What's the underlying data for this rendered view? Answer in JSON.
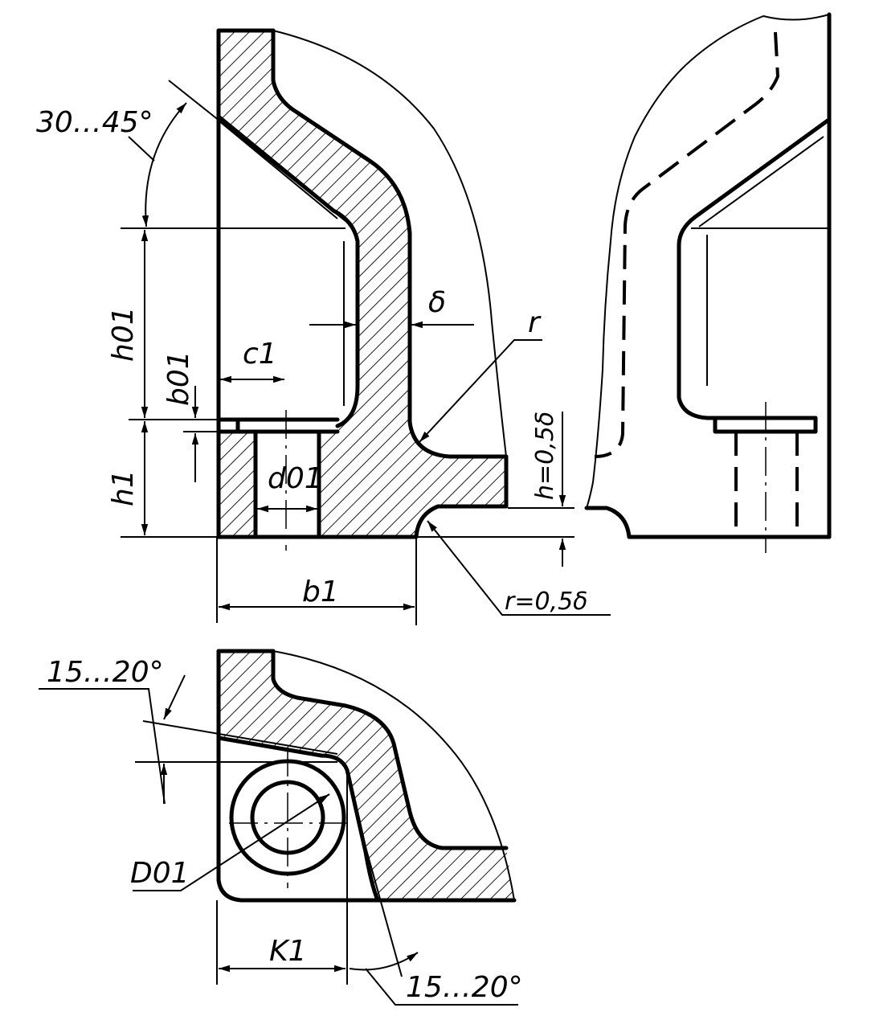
{
  "labels": {
    "angle_top": "30…45°",
    "h01": "h01",
    "h1": "h1",
    "c1": "c1",
    "b01": "b01",
    "d01": "d01",
    "delta": "δ",
    "r": "r",
    "h_eq": "h=0,5δ",
    "b1": "b1",
    "r_eq": "r=0,5δ",
    "angle_left": "15…20°",
    "angle_bottom": "15…20°",
    "D01": "D01",
    "K1": "K1"
  },
  "colors": {
    "ink": "#000000",
    "paper": "#ffffff"
  }
}
